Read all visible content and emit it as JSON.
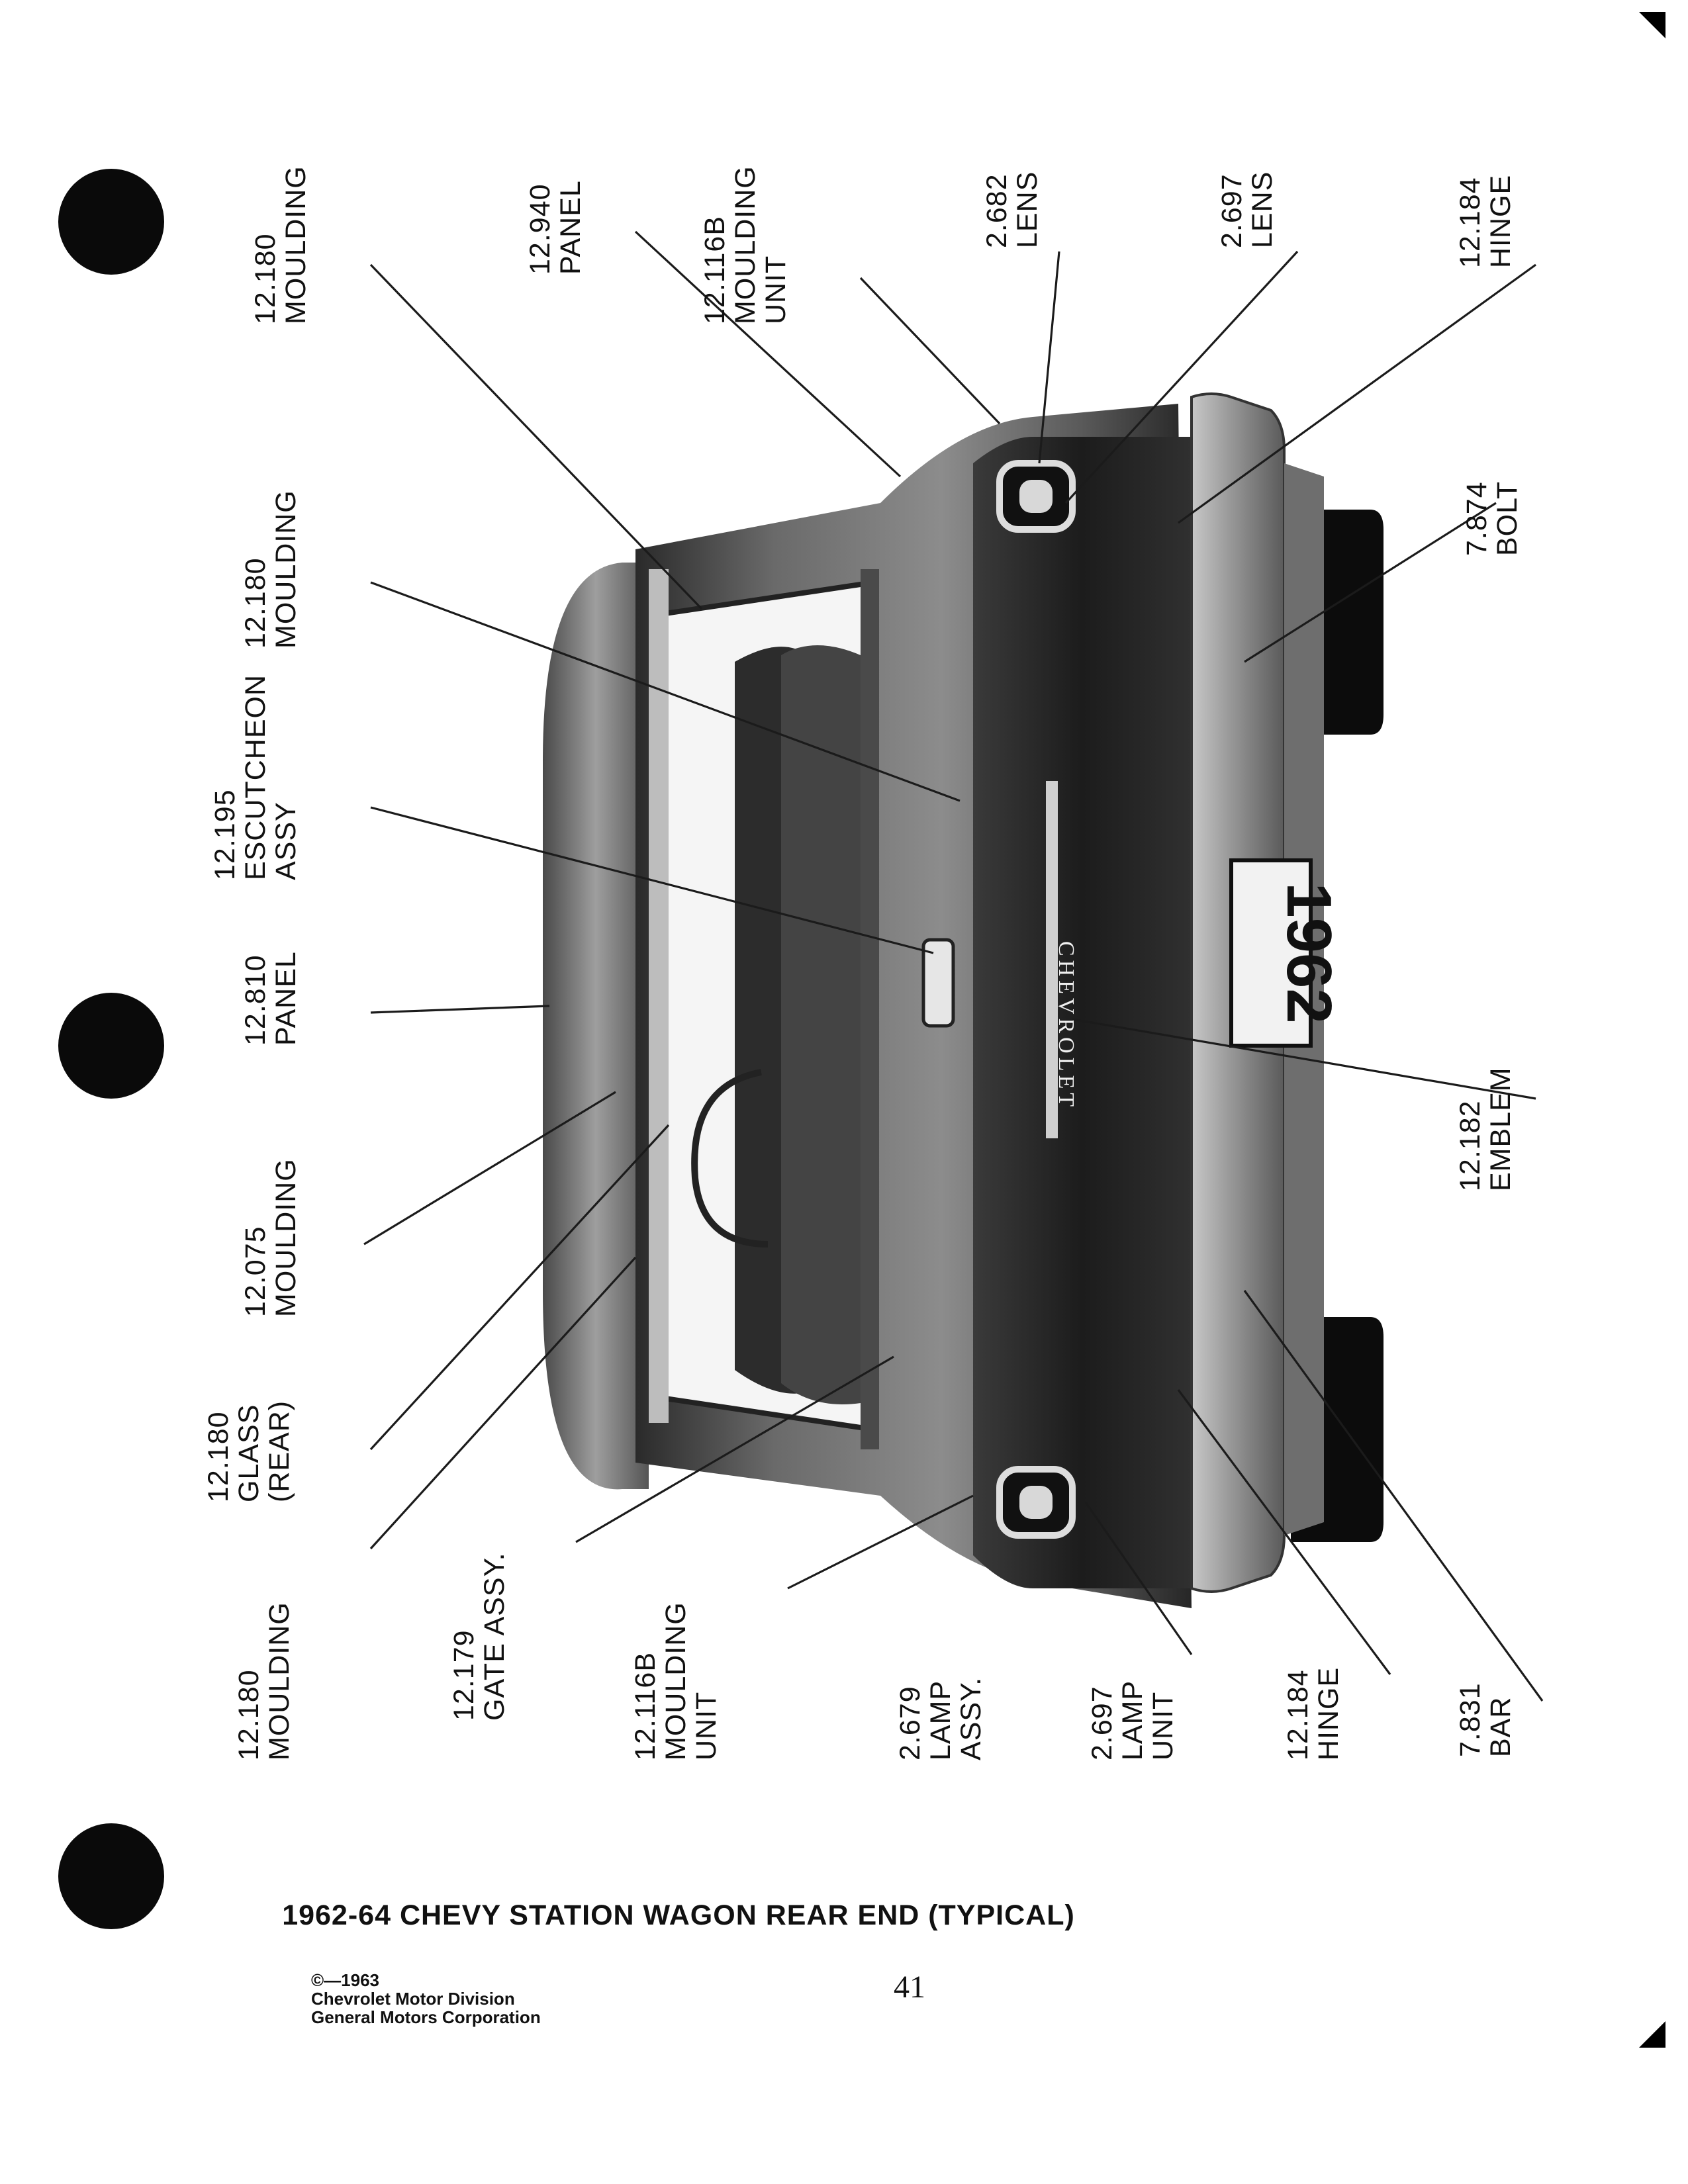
{
  "callouts": [
    {
      "num": "12.180",
      "name": "MOULDING"
    },
    {
      "num": "12.940",
      "name": "PANEL"
    },
    {
      "num": "12.116B",
      "name": "MOULDING",
      "name2": "UNIT"
    },
    {
      "num": "2.682",
      "name": "LENS"
    },
    {
      "num": "2.697",
      "name": "LENS"
    },
    {
      "num": "12.184",
      "name": "HINGE"
    },
    {
      "num": "12.180",
      "name": "MOULDING"
    },
    {
      "num": "12.195",
      "name": "ESCUTCHEON",
      "name2": "ASSY"
    },
    {
      "num": "12.810",
      "name": "PANEL"
    },
    {
      "num": "12.075",
      "name": "MOULDING"
    },
    {
      "num": "12.180",
      "name": "GLASS",
      "name2": "(REAR)"
    },
    {
      "num": "12.180",
      "name": "MOULDING"
    },
    {
      "num": "12.179",
      "name": "GATE ASSY."
    },
    {
      "num": "12.116B",
      "name": "MOULDING",
      "name2": "UNIT"
    },
    {
      "num": "2.679",
      "name": "LAMP",
      "name2": "ASSY."
    },
    {
      "num": "2.697",
      "name": "LAMP",
      "name2": "UNIT"
    },
    {
      "num": "12.184",
      "name": "HINGE"
    },
    {
      "num": "7.831",
      "name": "BAR"
    },
    {
      "num": "7.874",
      "name": "BOLT"
    },
    {
      "num": "12.182",
      "name": "EMBLEM"
    }
  ],
  "photo": {
    "brand_script": "CHEVROLET",
    "plate_year": "1962"
  },
  "caption": "1962-64 CHEVY STATION WAGON REAR END (TYPICAL)",
  "page_number": "41",
  "copyright": {
    "line1": "©—1963",
    "line2": "Chevrolet Motor Division",
    "line3": "General Motors Corporation"
  }
}
